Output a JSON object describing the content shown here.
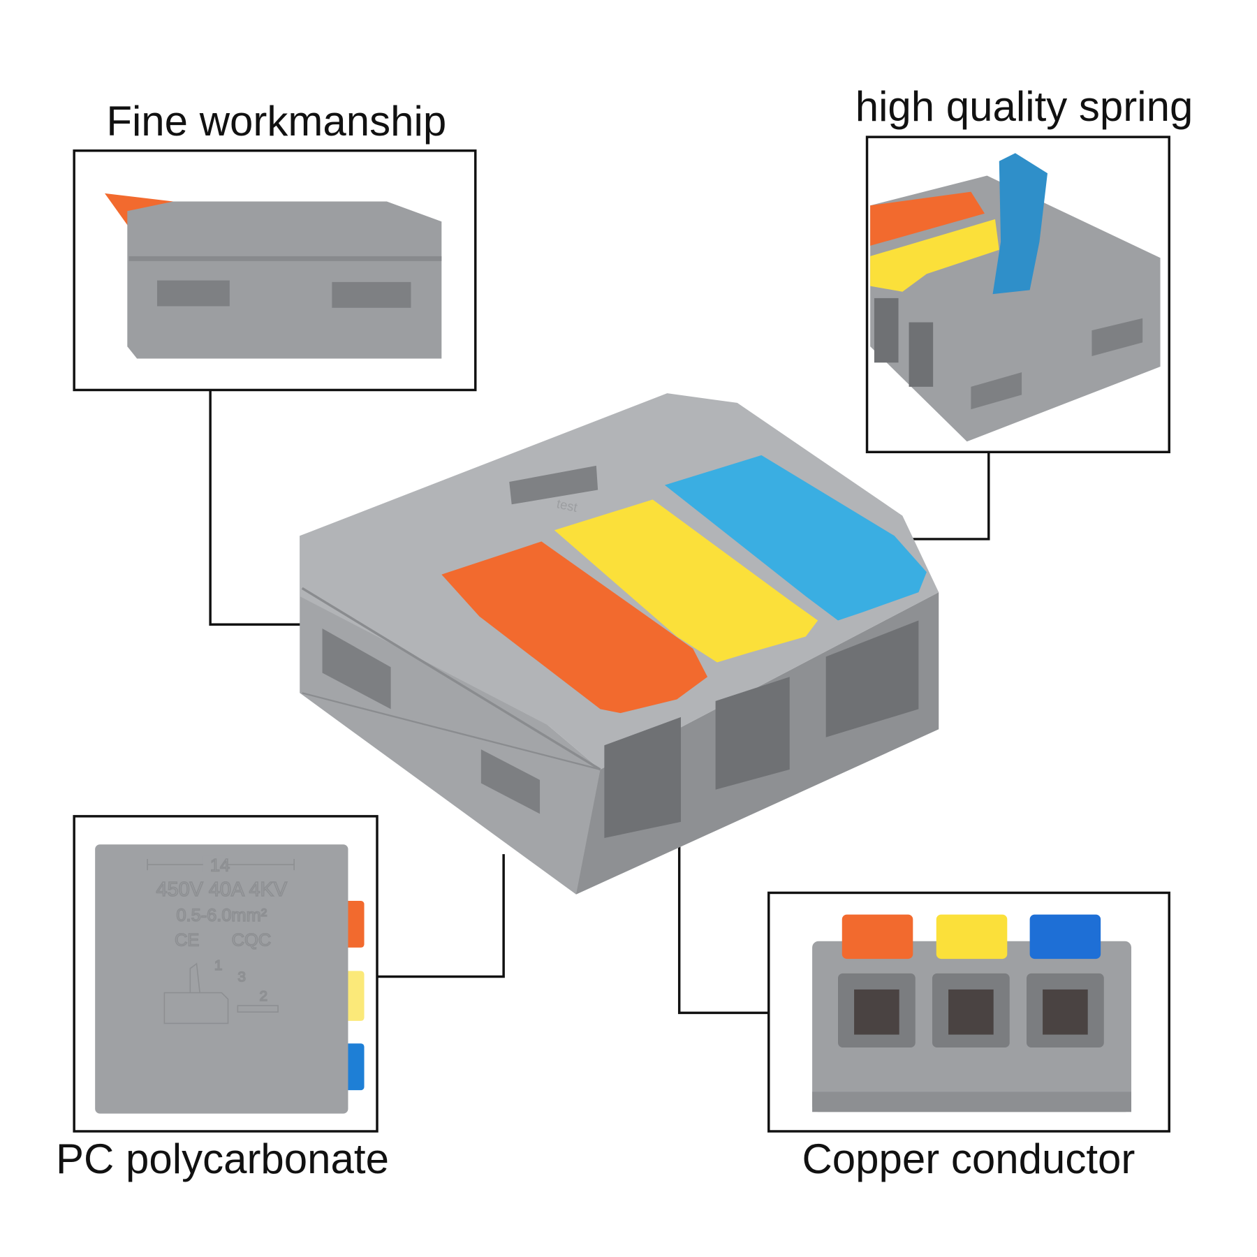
{
  "callouts": {
    "fine_workmanship": "Fine workmanship",
    "high_quality_spring": "high quality spring",
    "pc_polycarbonate": "PC polycarbonate",
    "copper_conductor": "Copper conductor"
  },
  "product_markings": {
    "dimension": "14",
    "rating": "450V 40A 4KV",
    "wire_range": "0.5-6.0mm²",
    "cert_ce": "CE",
    "cert_cqc": "CQC",
    "step_1": "1",
    "step_2": "2",
    "step_3": "3",
    "top_mark": "test"
  },
  "colors": {
    "housing_gray": "#9a9c9f",
    "lever_orange": "#f26a2e",
    "lever_yellow": "#fbe03a",
    "lever_blue": "#3aaee2"
  }
}
